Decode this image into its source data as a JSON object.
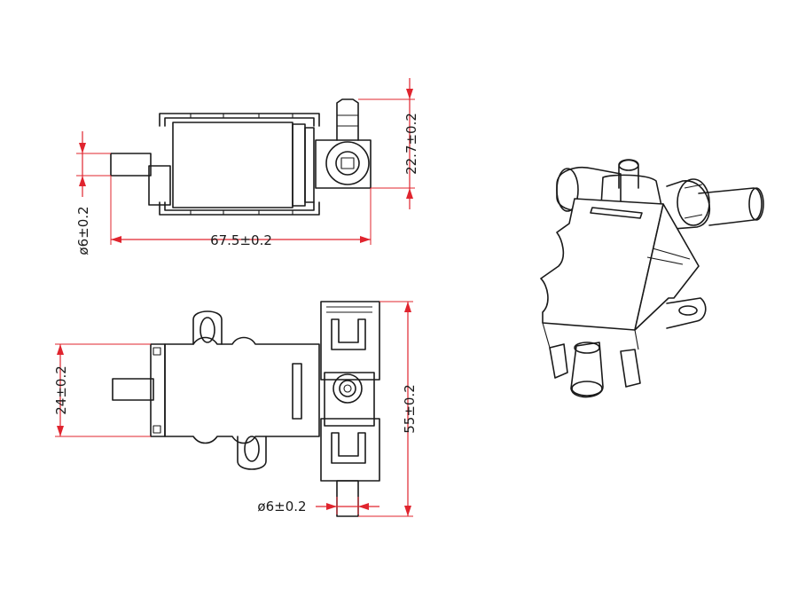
{
  "colors": {
    "dimension_line": "#e0242e",
    "part_outline": "#1a1a1a",
    "background": "#ffffff"
  },
  "dimensions": {
    "length": "67.5±0.2",
    "height": "22.7±0.2",
    "inlet_diameter_side": "ø6±0.2",
    "body_width": "24±0.2",
    "total_width": "55±0.2",
    "outlet_diameter": "ø6±0.2"
  }
}
